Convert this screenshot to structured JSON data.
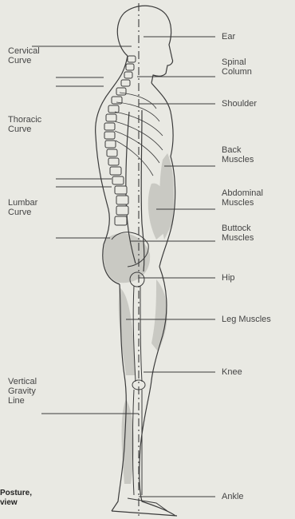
{
  "left_labels": {
    "cervical": "Cervical\nCurve",
    "thoracic": "Thoracic\nCurve",
    "lumbar": "Lumbar\nCurve",
    "gravity": "Vertical\nGravity\nLine"
  },
  "right_labels": {
    "ear": "Ear",
    "spinal": "Spinal\nColumn",
    "shoulder": "Shoulder",
    "back": "Back\nMuscles",
    "abdominal": "Abdominal\nMuscles",
    "buttock": "Buttock\nMuscles",
    "hip": "Hip",
    "leg": "Leg Muscles",
    "knee": "Knee",
    "ankle": "Ankle"
  },
  "caption": "Posture,\nview",
  "colors": {
    "background": "#e9e9e3",
    "muscle": "#c8c8c2",
    "line": "#3b3b3b"
  }
}
